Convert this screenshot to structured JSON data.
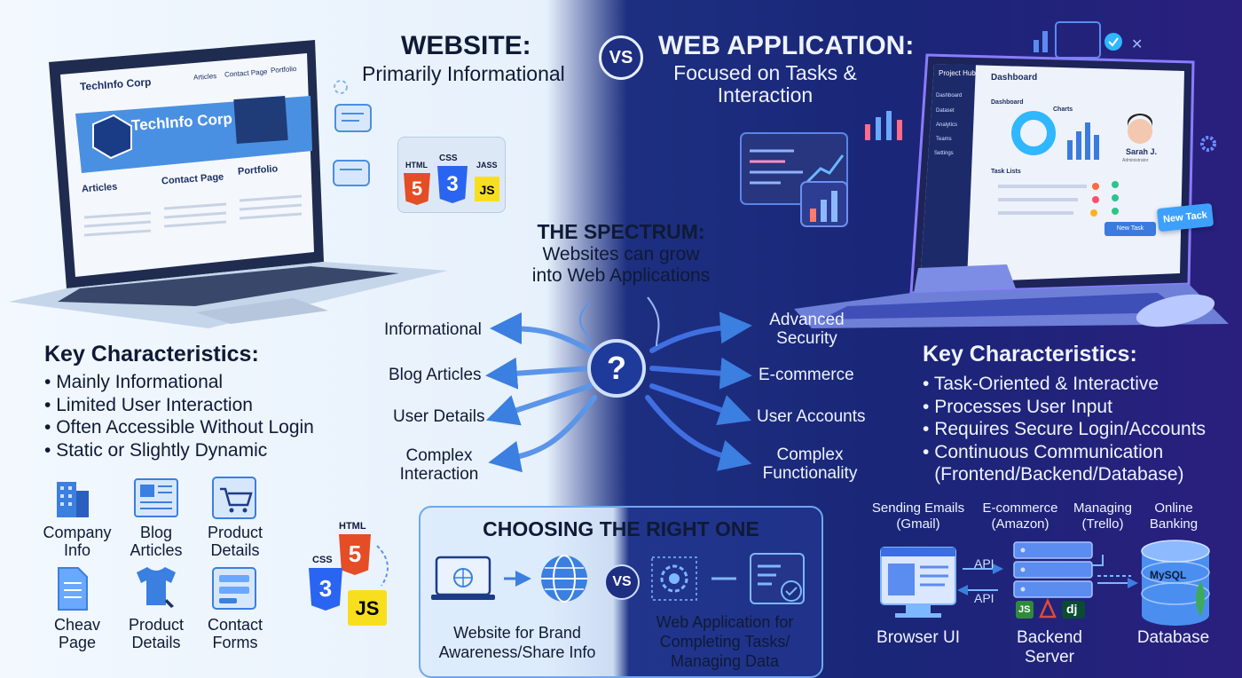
{
  "left": {
    "title": "WEBSITE:",
    "subtitle": "Primarily Informational",
    "laptop": {
      "brand": "TechInfo Corp",
      "nav": [
        "Articles",
        "Contact Page",
        "Portfolio"
      ],
      "hero": "TechInfo Corp",
      "sections": [
        "Articles",
        "Contact Page",
        "Portfolio"
      ]
    },
    "code_badges": [
      "HTML",
      "CSS",
      "JASS"
    ],
    "key_title": "Key Characteristics:",
    "characteristics": [
      "Mainly Informational",
      "Limited User Interaction",
      "Often Accessible Without Login",
      "Static or Slightly Dynamic"
    ],
    "icons": [
      {
        "label": "Company\nInfo",
        "icon": "building-icon"
      },
      {
        "label": "Blog\nArticles",
        "icon": "newspaper-icon"
      },
      {
        "label": "Product\nDetails",
        "icon": "cart-icon"
      },
      {
        "label": "Cheav\nPage",
        "icon": "document-icon"
      },
      {
        "label": "Product\nDetails",
        "icon": "tshirt-icon"
      },
      {
        "label": "Contact\nForms",
        "icon": "form-icon"
      }
    ],
    "stack_badges": [
      "HTML",
      "CSS",
      "JS"
    ]
  },
  "vs_label": "VS",
  "right": {
    "title": "WEB APPLICATION:",
    "subtitle": "Focused on Tasks &\nInteraction",
    "laptop": {
      "app_name": "Project Hub",
      "page_title": "Dashboard",
      "menu": [
        "Dashboard",
        "Dataset",
        "Analytics",
        "Teams",
        "Settings"
      ],
      "cards": [
        "Dashboard",
        "Charts"
      ],
      "user": "Sarah J.",
      "user_role": "Administrator",
      "task_list": "Task Lists",
      "new_task_button": "New Task",
      "new_task_tag": "New Tack"
    },
    "key_title": "Key Characteristics:",
    "characteristics": [
      "Task-Oriented & Interactive",
      "Processes User Input",
      "Requires Secure Login/Accounts",
      "Continuous Communication\n(Frontend/Backend/Database)"
    ],
    "examples": [
      "Sending Emails\n(Gmail)",
      "E-commerce\n(Amazon)",
      "Managing\n(Trello)",
      "Online\nBanking"
    ],
    "arch": {
      "browser": "Browser UI",
      "backend": "Backend\nServer",
      "database": "Database",
      "api_labels": [
        "API",
        "API"
      ],
      "db_brand": "MySQL",
      "frameworks": [
        "JS",
        "dj"
      ]
    }
  },
  "spectrum": {
    "title": "THE SPECTRUM:",
    "subtitle": "Websites can grow\ninto Web Applications",
    "center": "?",
    "left_items": [
      "Informational",
      "Blog Articles",
      "User Details",
      "Complex\nInteraction"
    ],
    "right_items": [
      "Advanced\nSecurity",
      "E-commerce",
      "User Accounts",
      "Complex\nFunctionality"
    ]
  },
  "choosing": {
    "title": "CHOOSING THE RIGHT ONE",
    "left_caption": "Website for Brand\nAwareness/Share Info",
    "right_caption": "Web Application for\nCompleting Tasks/\nManaging Data",
    "vs": "VS"
  },
  "colors": {
    "accent": "#3b7fe0",
    "dark_navy": "#1d2f80",
    "text_dark": "#0f1a36",
    "html": "#e44d26",
    "css": "#2965f1",
    "js": "#f7df1e"
  }
}
